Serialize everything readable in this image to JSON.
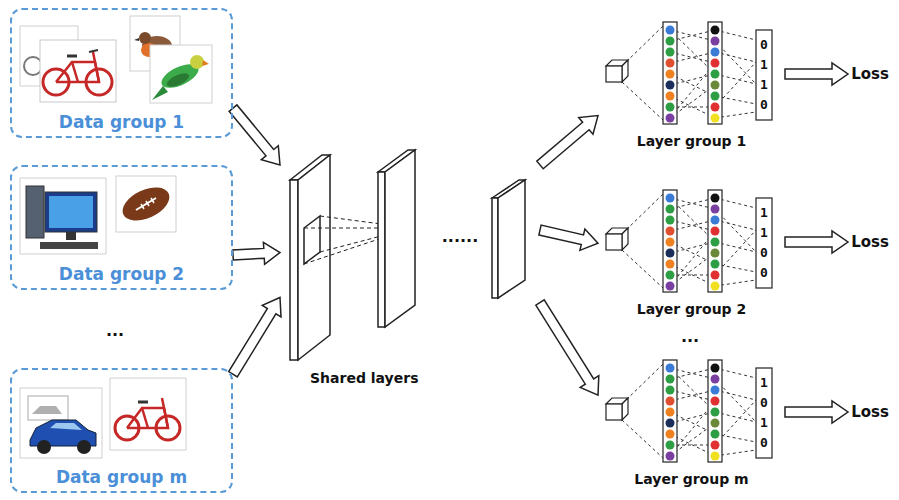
{
  "diagram": {
    "nodes": [
      {
        "text": [
          "Data group 1"
        ]
      },
      {
        "text": [
          "Data group 2"
        ]
      },
      {
        "text": [
          "Data group m"
        ]
      },
      {
        "text": [
          "Shared layers"
        ]
      },
      {
        "text": [
          "Layer group 1"
        ]
      },
      {
        "text": [
          "Layer group 2"
        ]
      },
      {
        "text": [
          "Layer group m"
        ]
      },
      {
        "text": [
          "Loss"
        ]
      },
      {
        "text": [
          "Loss"
        ]
      },
      {
        "text": [
          "Loss"
        ]
      }
    ],
    "edges": [
      {
        "from": 0,
        "to": 3,
        "arrow": "to"
      },
      {
        "from": 1,
        "to": 3,
        "arrow": "to"
      },
      {
        "from": 2,
        "to": 3,
        "arrow": "to"
      },
      {
        "from": 3,
        "to": 4,
        "arrow": "to"
      },
      {
        "from": 3,
        "to": 5,
        "arrow": "to"
      },
      {
        "from": 3,
        "to": 6,
        "arrow": "to"
      },
      {
        "from": 4,
        "to": 7,
        "arrow": "to"
      },
      {
        "from": 5,
        "to": 8,
        "arrow": "to"
      },
      {
        "from": 6,
        "to": 9,
        "arrow": "to"
      }
    ],
    "labels": [
      "...",
      "......",
      "...",
      "0",
      "1",
      "1",
      "0",
      "1",
      "1",
      "0",
      "0",
      "1",
      "0",
      "1",
      "0"
    ]
  }
}
